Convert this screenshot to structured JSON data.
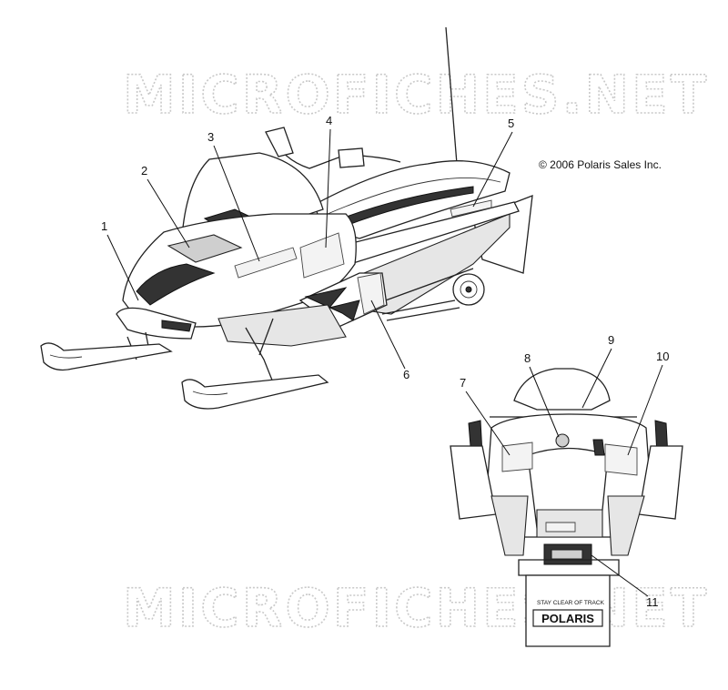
{
  "watermark": {
    "text": "MICROFICHES.NET"
  },
  "copyright": "© 2006 Polaris Sales Inc.",
  "decals": {
    "warning": "STAY CLEAR OF TRACK",
    "brand": "POLARIS"
  },
  "callouts": [
    {
      "id": "1",
      "label": "1"
    },
    {
      "id": "2",
      "label": "2"
    },
    {
      "id": "3",
      "label": "3"
    },
    {
      "id": "4",
      "label": "4"
    },
    {
      "id": "5",
      "label": "5"
    },
    {
      "id": "6",
      "label": "6"
    },
    {
      "id": "7",
      "label": "7"
    },
    {
      "id": "8",
      "label": "8"
    },
    {
      "id": "9",
      "label": "9"
    },
    {
      "id": "10",
      "label": "10"
    },
    {
      "id": "11",
      "label": "11"
    }
  ]
}
